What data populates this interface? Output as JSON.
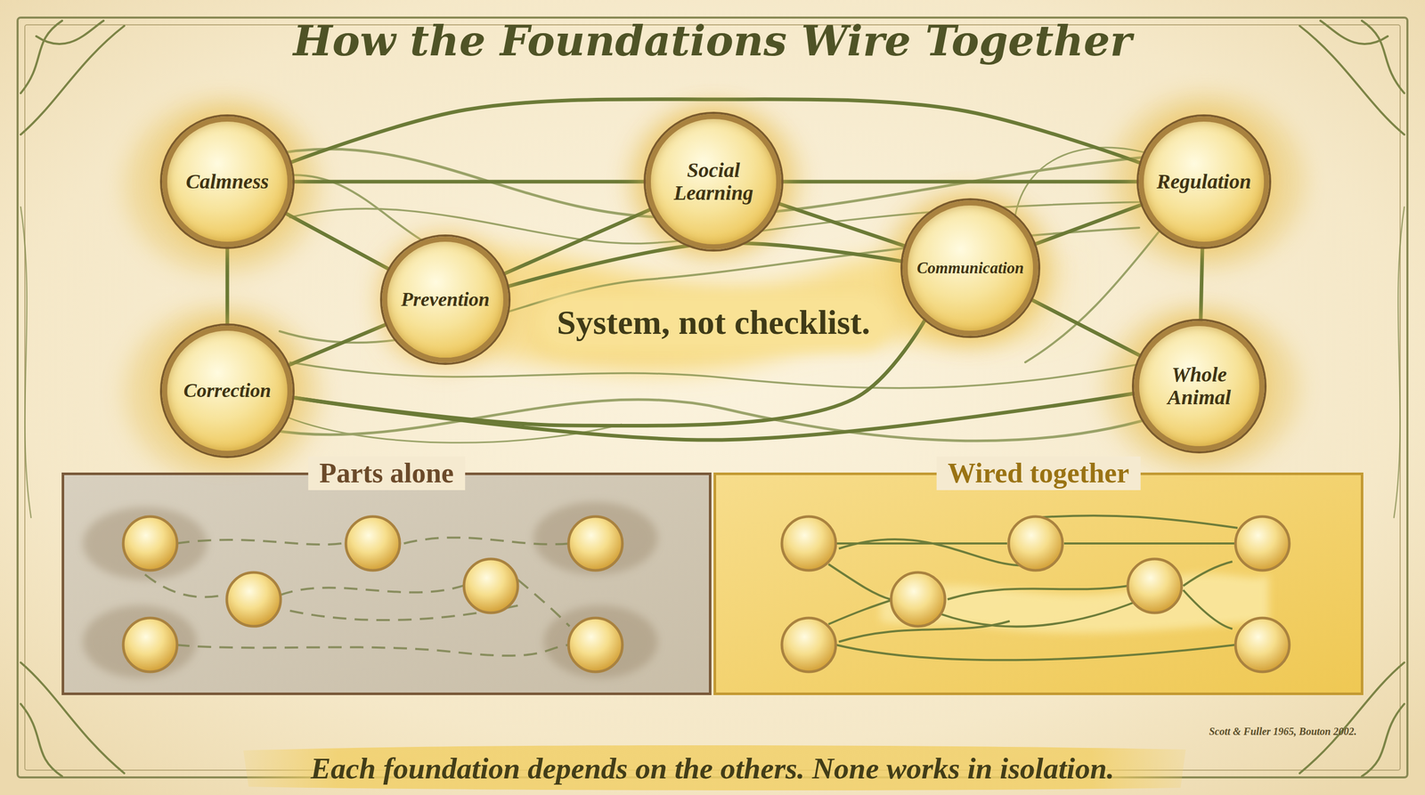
{
  "diagram": {
    "title": "How the Foundations Wire Together",
    "caption": "Each foundation depends on the others. None works in isolation.",
    "nodes": [
      {
        "text": [
          "Calmness"
        ]
      },
      {
        "text": [
          "Social Learning"
        ]
      },
      {
        "text": [
          "Regulation"
        ]
      },
      {
        "text": [
          "Prevention"
        ]
      },
      {
        "text": [
          "Communication"
        ]
      },
      {
        "text": [
          "Correction"
        ]
      },
      {
        "text": [
          "Whole Animal"
        ]
      },
      {
        "text": [
          "Parts alone"
        ]
      },
      {
        "text": [
          "Wired together"
        ]
      }
    ],
    "edges": [
      {
        "from": 0,
        "to": 3,
        "arrow": "none"
      },
      {
        "from": 0,
        "to": 1,
        "arrow": "none"
      },
      {
        "from": 0,
        "to": 5,
        "arrow": "none"
      },
      {
        "from": 3,
        "to": 5,
        "arrow": "none"
      },
      {
        "from": 3,
        "to": 1,
        "arrow": "none"
      },
      {
        "from": 3,
        "to": 4,
        "arrow": "none"
      },
      {
        "from": 1,
        "to": 4,
        "arrow": "none"
      },
      {
        "from": 1,
        "to": 2,
        "arrow": "none"
      },
      {
        "from": 4,
        "to": 2,
        "arrow": "none"
      },
      {
        "from": 4,
        "to": 6,
        "arrow": "none"
      },
      {
        "from": 2,
        "to": 6,
        "arrow": "none"
      },
      {
        "from": 5,
        "to": 4,
        "arrow": "none"
      },
      {
        "from": 5,
        "to": 6,
        "arrow": "none"
      },
      {
        "from": 0,
        "to": 2,
        "arrow": "none"
      }
    ],
    "labels": [
      "System, not checklist.",
      "Scott & Fuller 1965, Bouton 2002."
    ]
  }
}
